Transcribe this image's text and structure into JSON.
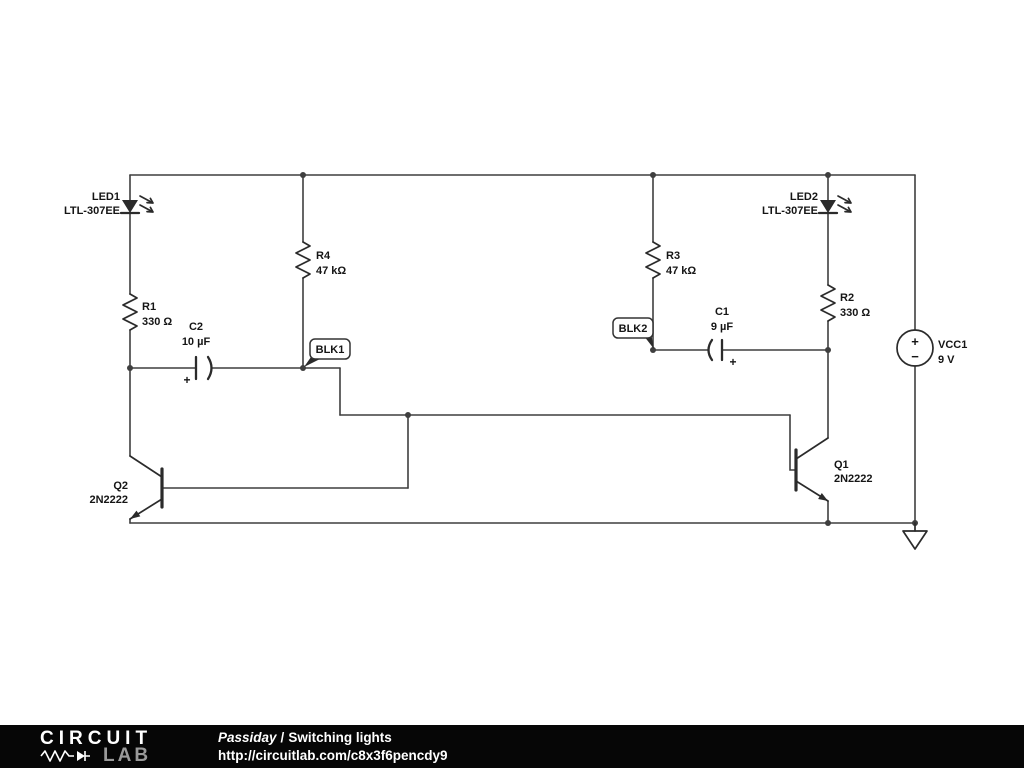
{
  "schematic": {
    "led1": {
      "ref": "LED1",
      "part": "LTL-307EE"
    },
    "led2": {
      "ref": "LED2",
      "part": "LTL-307EE"
    },
    "r1": {
      "ref": "R1",
      "value": "330 Ω"
    },
    "r2": {
      "ref": "R2",
      "value": "330 Ω"
    },
    "r3": {
      "ref": "R3",
      "value": "47 kΩ"
    },
    "r4": {
      "ref": "R4",
      "value": "47 kΩ"
    },
    "c1": {
      "ref": "C1",
      "value": "9 µF",
      "polarity": "+"
    },
    "c2": {
      "ref": "C2",
      "value": "10 µF",
      "polarity": "+"
    },
    "q1": {
      "ref": "Q1",
      "part": "2N2222"
    },
    "q2": {
      "ref": "Q2",
      "part": "2N2222"
    },
    "vcc1": {
      "ref": "VCC1",
      "value": "9 V",
      "plus": "+",
      "minus": "−"
    },
    "flags": {
      "blk1": "BLK1",
      "blk2": "BLK2"
    }
  },
  "footer": {
    "logo": {
      "line1": "CIRCUIT",
      "line2": "LAB"
    },
    "author": "Passiday",
    "separator": "/",
    "title": "Switching lights",
    "url": "http://circuitlab.com/c8x3f6pencdy9"
  },
  "colors": {
    "wire": "#3f3f3f",
    "footer_bg": "#060606",
    "logo_gray": "#9a9a9a"
  }
}
